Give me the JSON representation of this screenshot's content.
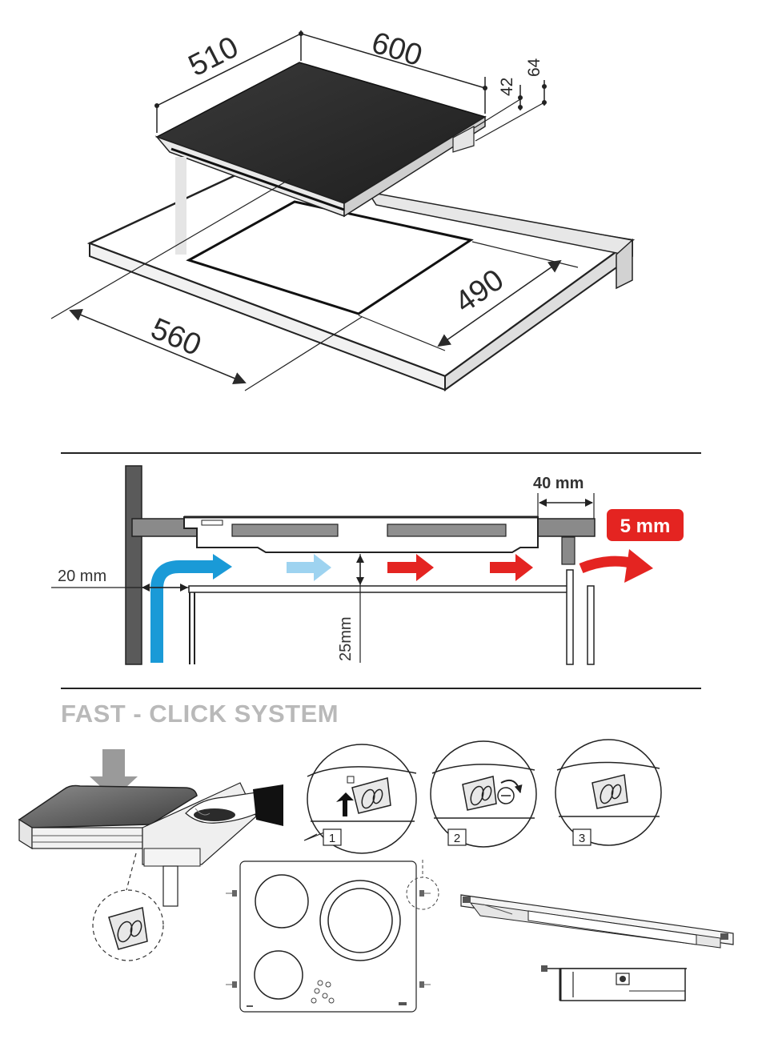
{
  "top_dimensions": {
    "depth": "510",
    "width": "600",
    "thickness": "42",
    "total_height": "64",
    "cutout_width": "560",
    "cutout_depth": "490"
  },
  "ventilation": {
    "side_gap": "20 mm",
    "rear_gap": "40 mm",
    "clearance_badge": "5 mm",
    "vertical_gap": "25mm"
  },
  "fast_click": {
    "title": "FAST - CLICK SYSTEM",
    "steps": [
      "1",
      "2",
      "3"
    ]
  },
  "colors": {
    "hob_top": "#2b2b2b",
    "counter_gray": "#8a8a8a",
    "airflow_blue": "#1a9ad7",
    "airflow_light_blue": "#9ed3f0",
    "airflow_red": "#e42421",
    "badge_red": "#e42421",
    "title_gray": "#b9b9b9"
  }
}
